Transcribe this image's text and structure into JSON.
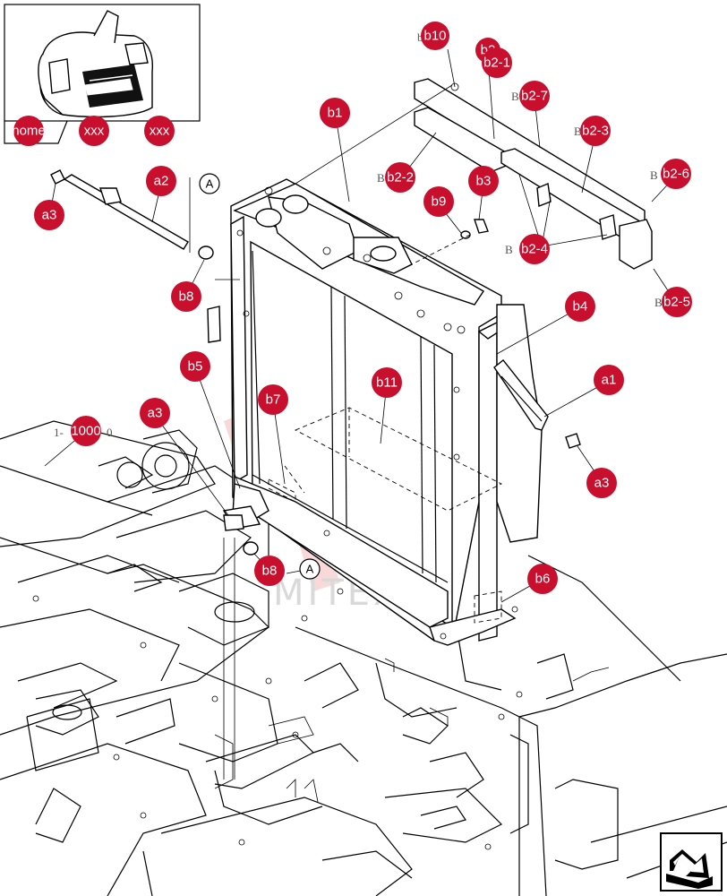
{
  "thumbnail": {
    "nav_buttons": [
      {
        "id": "home",
        "label": "home"
      },
      {
        "id": "xxx1",
        "label": "xxx"
      },
      {
        "id": "xxx2",
        "label": "xxx"
      }
    ]
  },
  "callouts": [
    {
      "id": "b10",
      "label": "b10"
    },
    {
      "id": "b2",
      "label": "b2"
    },
    {
      "id": "b2-1",
      "label": "b2-1"
    },
    {
      "id": "b2-7",
      "label": "b2-7"
    },
    {
      "id": "b2-3",
      "label": "b2-3"
    },
    {
      "id": "b1",
      "label": "b1"
    },
    {
      "id": "a2",
      "label": "a2"
    },
    {
      "id": "a3-top",
      "label": "a3"
    },
    {
      "id": "b2-2",
      "label": "b2-2"
    },
    {
      "id": "b3",
      "label": "b3"
    },
    {
      "id": "b9",
      "label": "b9"
    },
    {
      "id": "b2-6",
      "label": "b2-6"
    },
    {
      "id": "b2-4",
      "label": "b2-4"
    },
    {
      "id": "b8-top",
      "label": "b8"
    },
    {
      "id": "b2-5",
      "label": "b2-5"
    },
    {
      "id": "b4",
      "label": "b4"
    },
    {
      "id": "b5",
      "label": "b5"
    },
    {
      "id": "a1",
      "label": "a1"
    },
    {
      "id": "b11",
      "label": "b11"
    },
    {
      "id": "b7",
      "label": "b7"
    },
    {
      "id": "a3-mid",
      "label": "a3"
    },
    {
      "id": "ref-1000",
      "label": "1000"
    },
    {
      "id": "a3-right",
      "label": "a3"
    },
    {
      "id": "b8-bottom",
      "label": "b8"
    },
    {
      "id": "b6",
      "label": "b6"
    }
  ],
  "ghost_labels": {
    "b10": "b10",
    "b2-7": "B",
    "b2-3": "B",
    "b2-2": "B",
    "b2-6": "B",
    "b2-4": "B",
    "b2-5": "B",
    "b11": "b11",
    "ref_prefix": "1-",
    "ref_suffix": "0"
  },
  "view_markers": {
    "top": "A",
    "bottom": "A"
  },
  "watermark": "MITEX",
  "nav_icon": "arrow-forward-icon",
  "colors": {
    "callout": "#c8102e",
    "callout_text": "#ffffff",
    "watermark": "#f2b8b8"
  }
}
